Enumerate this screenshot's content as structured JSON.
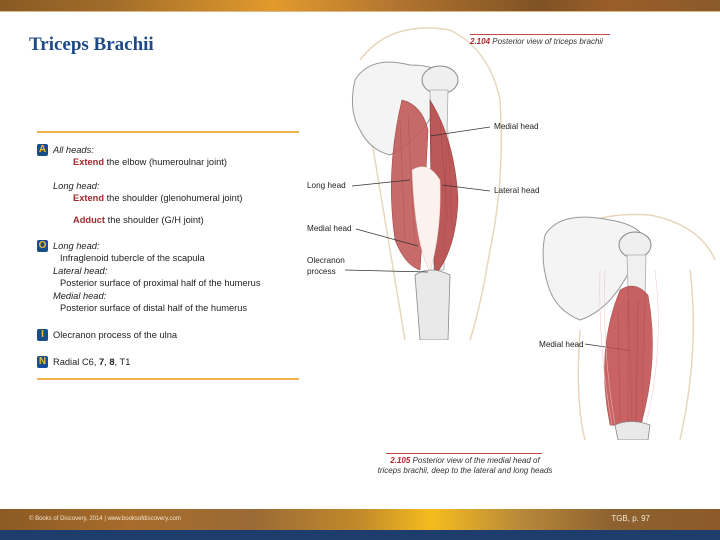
{
  "header": {
    "title": "Triceps Brachii"
  },
  "actions": {
    "badge": "A",
    "groups": [
      {
        "head": "All heads:",
        "items": [
          {
            "verb": "Extend",
            "rest": " the elbow (humeroulnar joint)"
          }
        ]
      },
      {
        "head": "Long head:",
        "items": [
          {
            "verb": "Extend",
            "rest": " the shoulder (glenohumeral joint)"
          },
          {
            "verb": "Adduct",
            "rest": " the shoulder (G/H joint)"
          }
        ]
      }
    ]
  },
  "origin": {
    "badge": "O",
    "entries": [
      {
        "head": "Long head:",
        "text": "Infraglenoid tubercle of the scapula"
      },
      {
        "head": "Lateral head:",
        "text": "Posterior surface of proximal half of the humerus"
      },
      {
        "head": "Medial head:",
        "text": "Posterior surface of distal half of the humerus"
      }
    ]
  },
  "insertion": {
    "badge": "I",
    "text": "Olecranon process of the ulna"
  },
  "innervation": {
    "badge": "N",
    "prefix": "Radial C6, ",
    "bold1": "7",
    "sep1": ", ",
    "bold2": "8",
    "suffix": ", T1"
  },
  "figure_1": {
    "number": "2.104",
    "caption": " Posterior view of triceps brachii",
    "labels": {
      "medial_head_top": "Medial head",
      "long_head": "Long head",
      "lateral_head": "Lateral head",
      "medial_head_low": "Medial head",
      "olecranon_1": "Olecranon",
      "olecranon_2": "process"
    }
  },
  "figure_2": {
    "number": "2.105",
    "caption_1": " Posterior view of the medial head of",
    "caption_2": "triceps brachii, deep to the lateral and long heads",
    "labels": {
      "medial_head": "Medial head"
    }
  },
  "footer": {
    "copyright": "© Books of Discovery, 2014 | www.booksofdiscovery.com",
    "page_ref": "TGB, p. 97"
  },
  "colors": {
    "title_blue": "#1d4a86",
    "badge_blue": "#174d88",
    "badge_gold": "#f5b731",
    "action_red": "#a02a2d",
    "rule_gold": "#f0b24e",
    "footer_blue": "#1f3d6c"
  }
}
